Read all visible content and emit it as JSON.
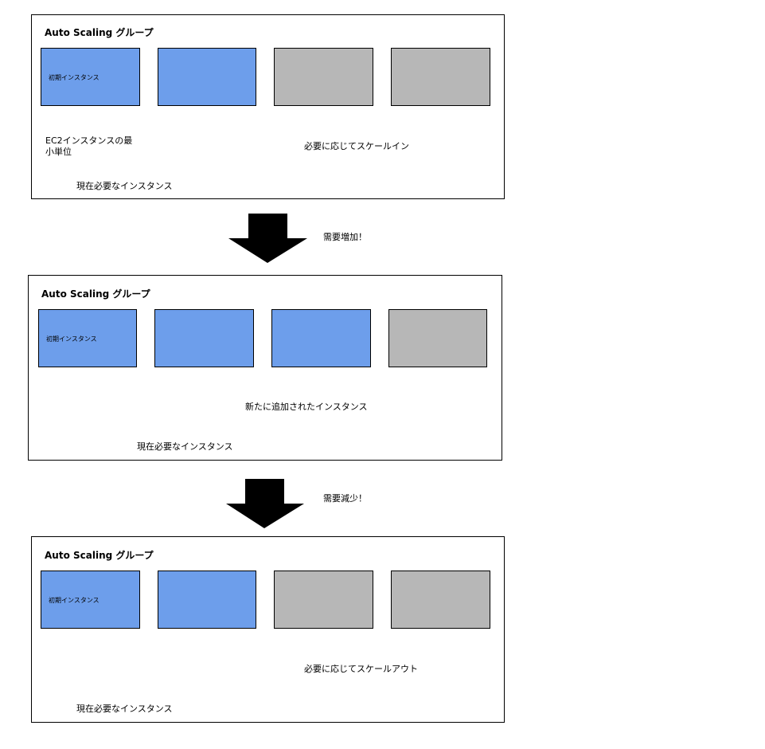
{
  "colors": {
    "active": "#6d9eeb",
    "standby": "#b7b7b7"
  },
  "panels": [
    {
      "title": "Auto Scaling グループ",
      "instance_label": "初期インスタンス",
      "instances": [
        "active",
        "active",
        "standby",
        "standby"
      ],
      "labels": {
        "unit": "EC2インスタンスの最小単位",
        "scale": "必要に応じてスケールイン",
        "current": "現在必要なインスタンス"
      }
    },
    {
      "title": "Auto Scaling グループ",
      "instance_label": "初期インスタンス",
      "instances": [
        "active",
        "active",
        "active",
        "standby"
      ],
      "labels": {
        "added": "新たに追加されたインスタンス",
        "current": "現在必要なインスタンス"
      }
    },
    {
      "title": "Auto Scaling グループ",
      "instance_label": "初期インスタンス",
      "instances": [
        "active",
        "active",
        "standby",
        "standby"
      ],
      "labels": {
        "scale": "必要に応じてスケールアウト",
        "current": "現在必要なインスタンス"
      }
    }
  ],
  "transitions": [
    {
      "label": "需要増加！"
    },
    {
      "label": "需要減少！"
    }
  ]
}
